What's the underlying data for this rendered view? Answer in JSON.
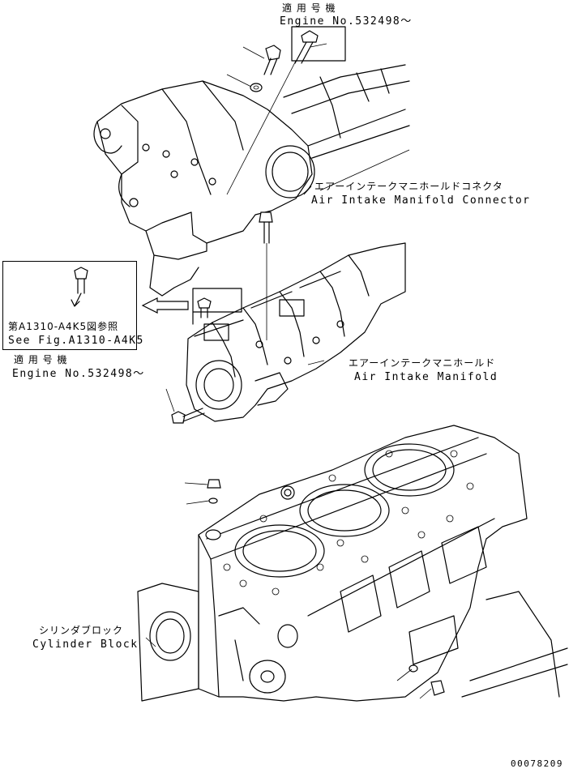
{
  "labels": {
    "top_serial_jp": "適 用 号 機",
    "top_serial_en": "Engine No.532498～",
    "connector_jp": "エアーインテークマニホールドコネクタ",
    "connector_en": "Air Intake Manifold Connector",
    "ref_jp": "第A1310-A4K5図参照",
    "ref_en": "See Fig.A1310-A4K5",
    "left_serial_jp": "適 用 号 機",
    "left_serial_en": "Engine No.532498～",
    "manifold_jp": "エアーインテークマニホールド",
    "manifold_en": "Air Intake Manifold",
    "block_jp": "シリンダブロック",
    "block_en": "Cylinder Block",
    "drawing_no": "00078209"
  },
  "icons": {
    "arrow": "left-arrow-icon"
  }
}
